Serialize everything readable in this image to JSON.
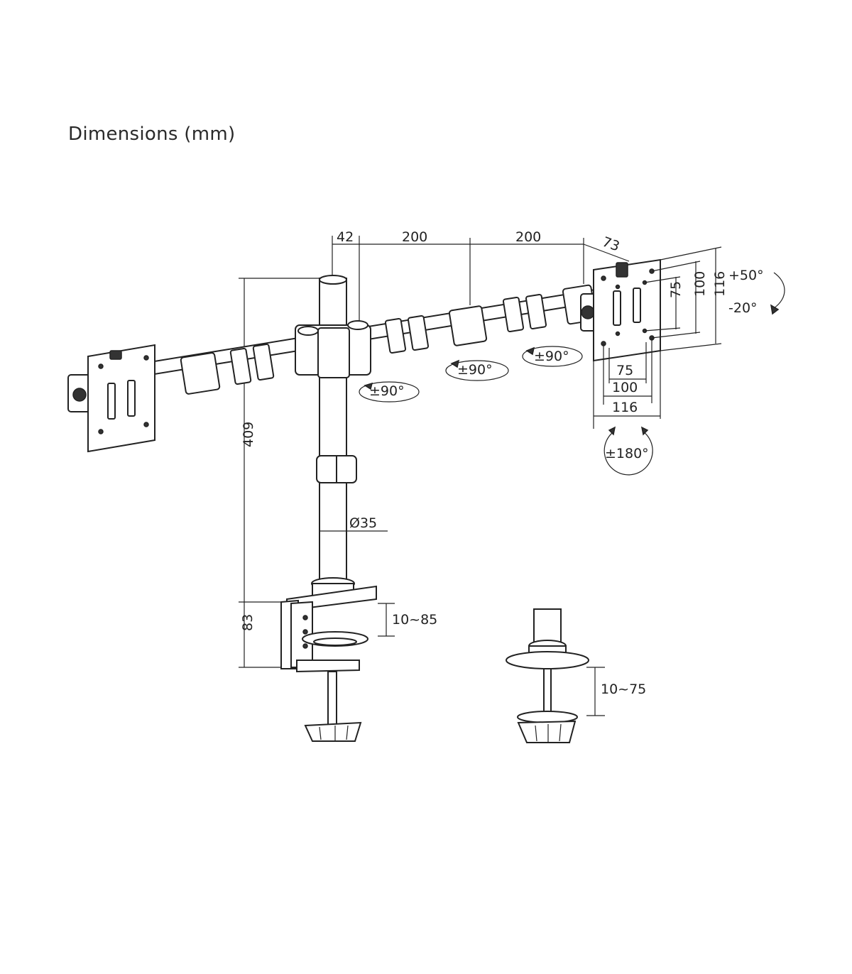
{
  "title": "Dimensions (mm)",
  "dims": {
    "d42": "42",
    "d200a": "200",
    "d200b": "200",
    "d73": "73",
    "v75": "75",
    "v100": "100",
    "v116": "116",
    "h75": "75",
    "h100": "100",
    "h116": "116",
    "height409": "409",
    "clamp83": "83",
    "pole": "Ø35",
    "clamp_range": "10~85",
    "grommet_range": "10~75"
  },
  "rotations": {
    "tilt_up": "+50°",
    "tilt_down": "-20°",
    "swivel_inner": "±90°",
    "swivel_mid": "±90°",
    "swivel_outer": "±90°",
    "rotate": "±180°"
  }
}
